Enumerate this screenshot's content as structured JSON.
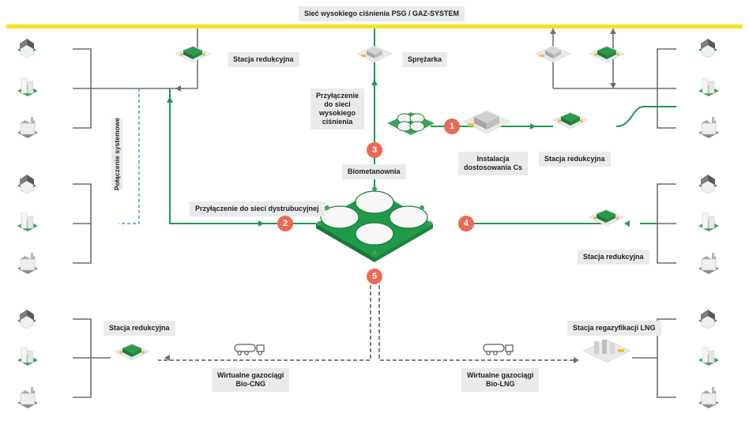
{
  "labels": {
    "high_pressure_network": "Sieć wysokiego ciśnienia PSG / GAZ-SYSTEM",
    "reduction_station": "Stacja redukcyjna",
    "compressor": "Sprężarka",
    "hp_connection": "Przyłączenie\ndo sieci\nwysokiego\nciśnienia",
    "biomethane_plant": "Biometanownia",
    "distribution_connection": "Przyłączenie do sieci dystrubucyjnej",
    "adjustment_installation": "Instalacja\ndostosowania Cs",
    "system_connection": "Połączenie systemowe",
    "virtual_pipelines_cng": "Wirtualne gazociągi\nBio-CNG",
    "virtual_pipelines_lng": "Wirtualne gazociągi\nBio-LNG",
    "lng_regas_station": "Stacja regazyfikacji LNG"
  },
  "badges": [
    "1",
    "2",
    "3",
    "4",
    "5"
  ],
  "colors": {
    "high_pressure_line": "#f6e51e",
    "green_pipe": "#1f9a4b",
    "grey_pipe": "#6f6f6f",
    "system_dash": "#4a9ad6",
    "badge": "#ec6a55",
    "label_bg": "#e9eaec"
  }
}
